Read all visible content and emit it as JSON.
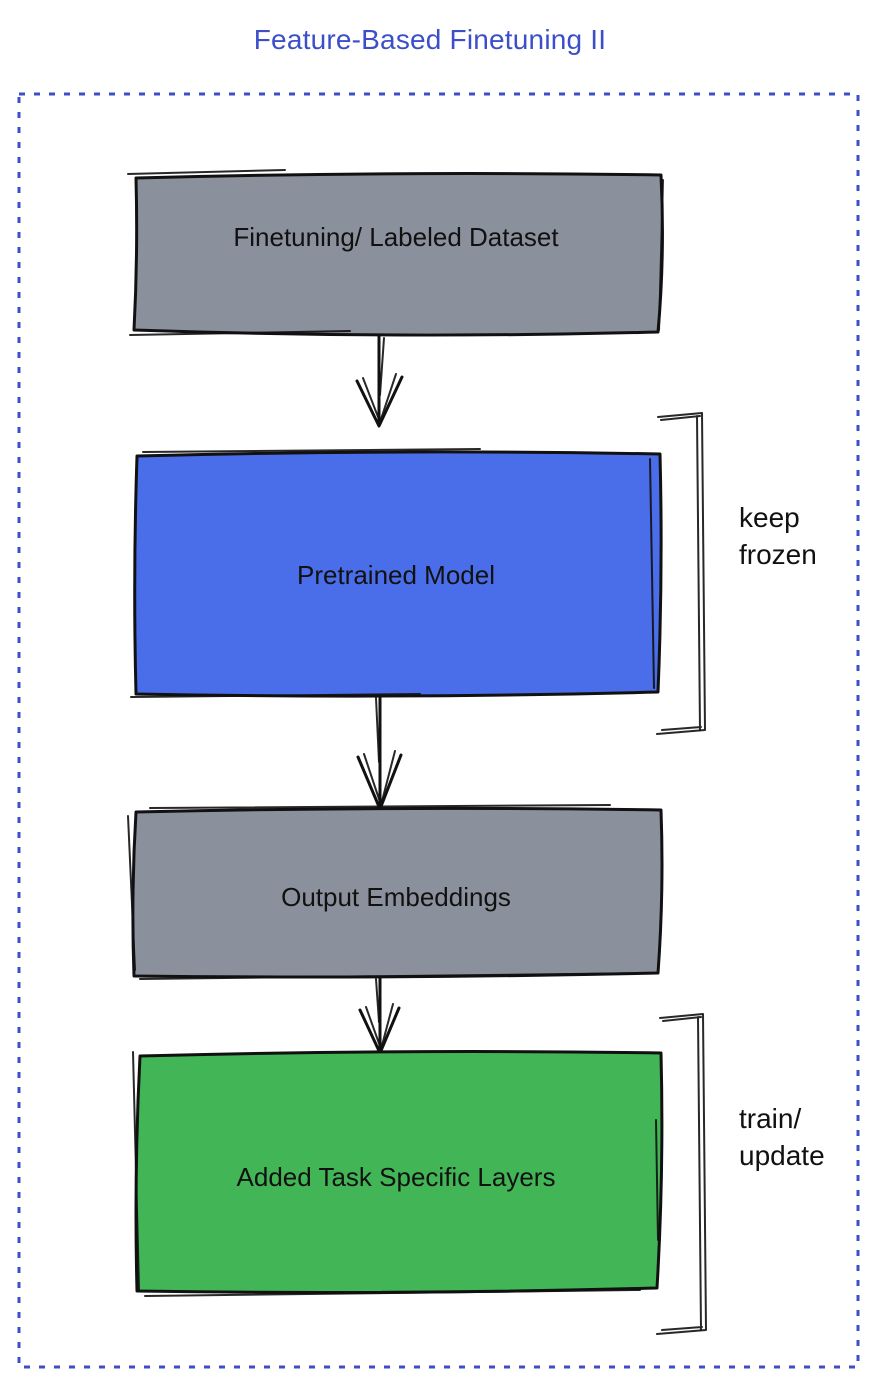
{
  "title": "Feature-Based Finetuning II",
  "colors": {
    "accent": "#3d4fc8",
    "gray": "#8b919c",
    "blue": "#4a6ee9",
    "green": "#42b657",
    "ink": "#111111"
  },
  "diagram": {
    "nodes": [
      {
        "label": "Finetuning/ Labeled Dataset",
        "color": "gray"
      },
      {
        "label": "Pretrained Model",
        "color": "blue"
      },
      {
        "label": "Output Embeddings",
        "color": "gray"
      },
      {
        "label": "Added Task Specific Layers",
        "color": "green"
      }
    ],
    "annotations": [
      {
        "target": "Pretrained Model",
        "lines": [
          "keep",
          "frozen"
        ]
      },
      {
        "target": "Added Task Specific Layers",
        "lines": [
          "train/",
          "update"
        ]
      }
    ]
  }
}
